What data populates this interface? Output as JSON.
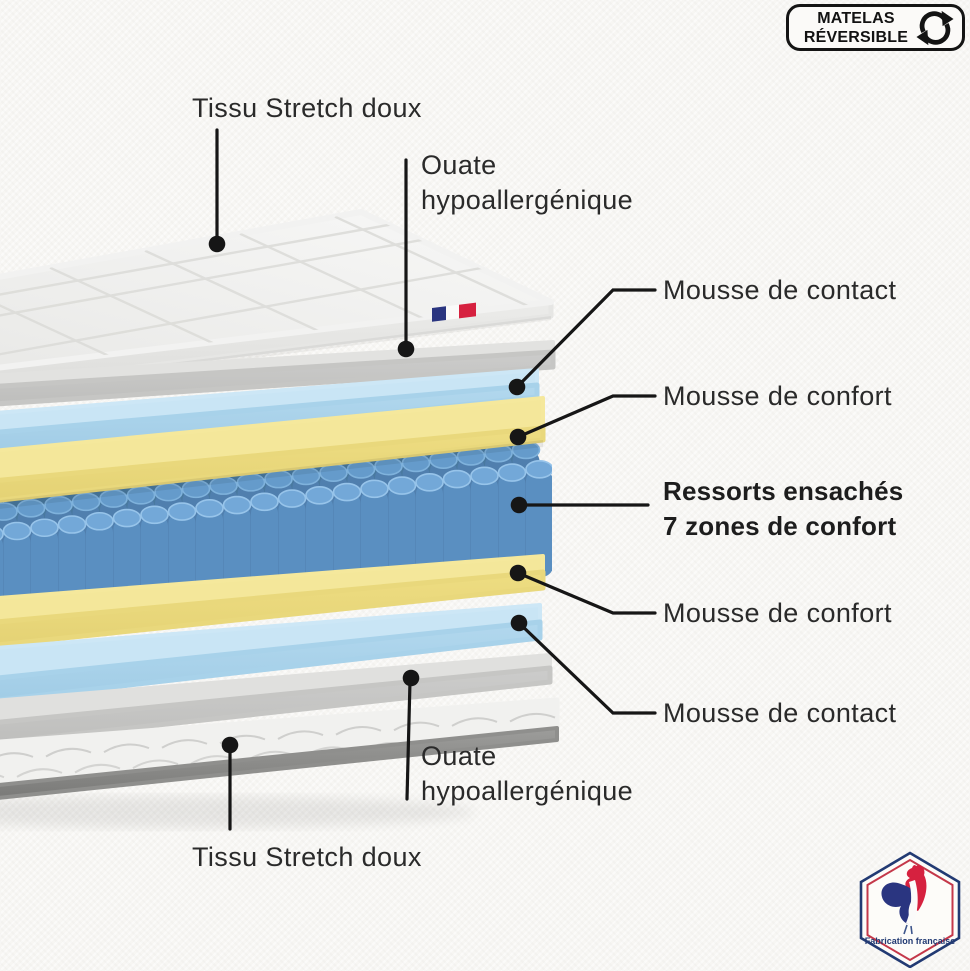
{
  "badge_reversible": {
    "line1": "MATELAS",
    "line2": "RÉVERSIBLE",
    "icon": "flip-arrows-icon"
  },
  "labels": {
    "tissu_top": "Tissu Stretch doux",
    "ouate_top_line1": "Ouate",
    "ouate_top_line2": "hypoallergénique",
    "mousse_contact_top": "Mousse de contact",
    "mousse_confort_top": "Mousse de confort",
    "ressorts_line1": "Ressorts ensachés",
    "ressorts_line2": "7 zones de confort",
    "mousse_confort_bottom": "Mousse de confort",
    "mousse_contact_bottom": "Mousse de contact",
    "ouate_bottom_line1": "Ouate",
    "ouate_bottom_line2": "hypoallergénique",
    "tissu_bottom": "Tissu Stretch doux"
  },
  "layers_order": [
    "Tissu Stretch doux",
    "Ouate hypoallergénique",
    "Mousse de contact",
    "Mousse de confort",
    "Ressorts ensachés 7 zones de confort",
    "Mousse de confort",
    "Mousse de contact",
    "Ouate hypoallergénique",
    "Tissu Stretch doux"
  ],
  "made_in_badge": {
    "text": "Fabrication française",
    "icon": "french-rooster-icon"
  },
  "colors": {
    "text": "#2a2a2a",
    "leader_line": "#161616",
    "badge_border": "#141414",
    "cover_white": "#f2f2f0",
    "ouate_gray": "#cfcfcd",
    "foam_blue": "#c9e5f5",
    "foam_yellow": "#f4e79a",
    "spring_blue": "#5a8fc1",
    "flag_blue": "#2a3580",
    "flag_red": "#d6213f",
    "hex_navy": "#223a73",
    "hex_red": "#c4384a"
  }
}
